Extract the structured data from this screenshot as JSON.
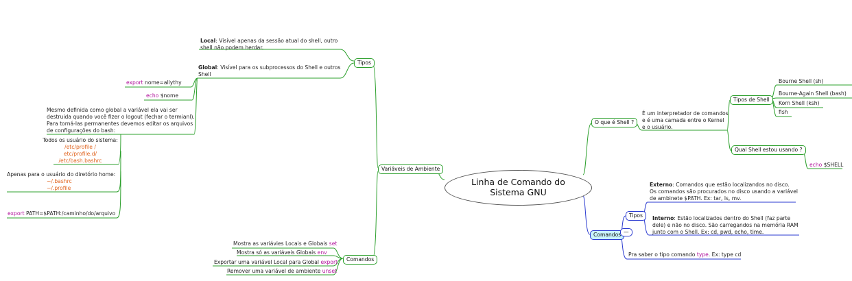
{
  "central": {
    "line1": "Linha de Comando do",
    "line2": "Sistema GNU"
  },
  "left": {
    "vars_label": "Variáveis de Ambiente",
    "tipos": {
      "label": "Tipos",
      "local": {
        "bold": "Local",
        "text1": ": Visível apenas da sessão atual do shell, outro",
        "text2": "shell não podem herdar."
      },
      "global": {
        "bold": "Global",
        "text1": ": Visível para os subprocessos do Shell e outros",
        "text2": "Shell"
      },
      "export_kw": "export",
      "export_rest": " nome=allythy",
      "echo_kw": "echo",
      "echo_rest": " $nome",
      "note": [
        "Mesmo definida como global a variável ela vai ser",
        "destruida quando você fizer o logout (fechar o termianl).",
        "Para torná-las permanentes devemos editar os arquivos",
        "de configurações do bash:"
      ],
      "system_title": "Todos os usuário do sistema:",
      "system_files": [
        "/etc/profile /",
        "etc/profile.d/",
        "/etc/bash.bashrc"
      ],
      "home_title": "Apenas para o usuário do diretório home:",
      "home_files": [
        "~/.bashrc",
        "~/.profile"
      ],
      "path_kw": "export",
      "path_rest": " PATH=$PATH:/caminho/do/arquivo"
    },
    "comandos": {
      "label": "Comandos",
      "items": [
        {
          "text": "Mostra as variávies Locais e Globais ",
          "kw": "set"
        },
        {
          "text": "Mostra só as variáveis Globais ",
          "kw": "env"
        },
        {
          "text": "Exportar uma variável Local para Global ",
          "kw": "export"
        },
        {
          "text": "Remover uma variável de ambiente ",
          "kw": "unset"
        }
      ]
    }
  },
  "right": {
    "oque": {
      "label": "O que é Shell ?",
      "desc": [
        "É um interpretador de comandos",
        "e é uma camada entre o Kernel",
        "e o usuário."
      ],
      "tipos_label": "Tipos de Shell",
      "shells": [
        "Bourne Shell (sh)",
        "Bourne-Again Shell (bash)",
        "Korn Shell (ksh)",
        "fish"
      ],
      "qual_label": "Qual Shell estou usando ?",
      "echo_kw": "echo",
      "echo_rest": " $SHELL"
    },
    "comandos": {
      "label": "Comandos",
      "tipos_label": "Tipos",
      "dash": "—",
      "externo": {
        "bold": "Externo",
        "lines": [
          ": Comandos que estão localizandos no disco.",
          "Os comandos são procurados no disco usando a variável",
          "de ambinete $PATH. Ex: tar, ls, mv."
        ]
      },
      "interno": {
        "bold": "Interno",
        "lines": [
          ": Estão localizados dentro do Shell (faz parte",
          "dele) e não no disco. São carregandos na memória RAM",
          "junto com o Shell.  Ex: cd, pwd, echo, time."
        ]
      },
      "type_text": "Pra saber o tipo comando ",
      "type_kw": "type",
      "type_rest": ". Ex: type cd"
    }
  },
  "colors": {
    "green": "#2da02d",
    "blue": "#2a3ad0",
    "magenta": "#b0109a",
    "orange": "#e0621c",
    "cyan_fill": "#c9f3fb"
  }
}
